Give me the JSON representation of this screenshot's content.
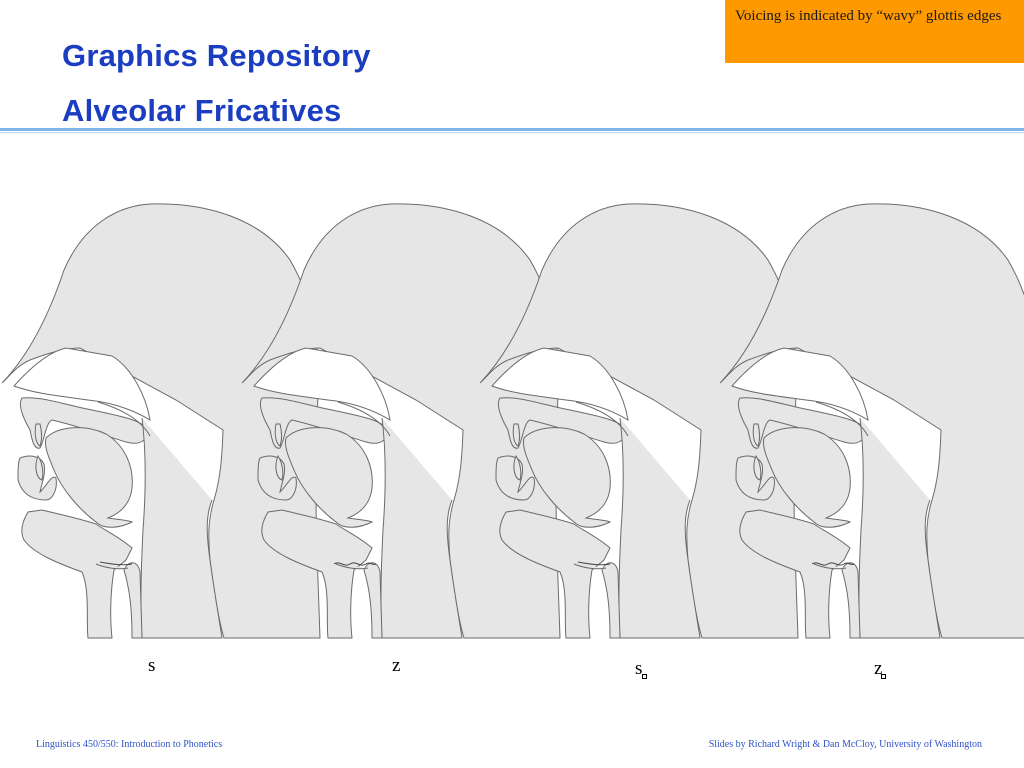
{
  "header": {
    "title": "Graphics Repository",
    "subtitle": "Alveolar Fricatives"
  },
  "note": {
    "text": "Voicing is indicated by “wavy” glottis edges",
    "background": "#ff9900"
  },
  "figure": {
    "fill": "#e6e6e6",
    "stroke": "#6b6b6b",
    "panels": [
      {
        "label": "s",
        "voiced": false,
        "voiceless_diacritic": false
      },
      {
        "label": "z",
        "voiced": true,
        "voiceless_diacritic": false
      },
      {
        "label": "s",
        "voiced": false,
        "voiceless_diacritic": true
      },
      {
        "label": "z",
        "voiced": true,
        "voiceless_diacritic": true
      }
    ]
  },
  "footer": {
    "left": "Linguistics 450/550: Introduction to Phonetics",
    "right": "Slides by Richard Wright & Dan McCloy, University of Washington"
  }
}
